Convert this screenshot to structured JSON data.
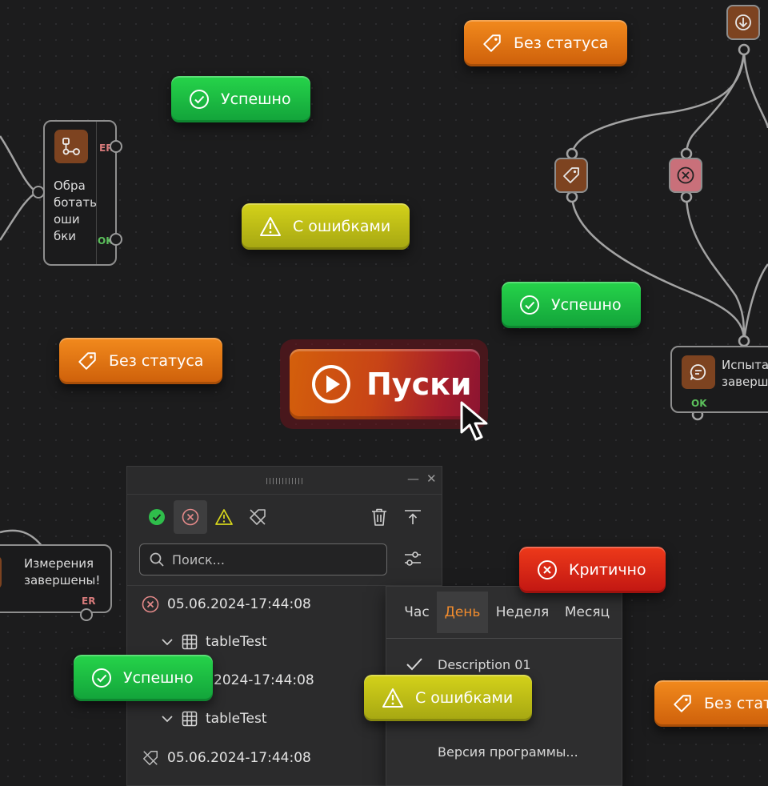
{
  "badges": {
    "success": "Успешно",
    "no_status": "Без статуса",
    "with_errors": "С ошибками",
    "critical": "Критично"
  },
  "run_button": {
    "label": "Пуски"
  },
  "nodes": {
    "handle_errors": {
      "lines": [
        "Обра",
        "ботать",
        "оши",
        "бки"
      ],
      "er": "ER",
      "ok": "OK"
    },
    "measurements": {
      "lines": [
        "Измерения",
        "завершены!"
      ],
      "er": "ER"
    },
    "test_done": {
      "lines": [
        "Испытан",
        "завершен"
      ],
      "ok": "OK"
    }
  },
  "panel": {
    "search_placeholder": "Поиск...",
    "rows": [
      {
        "icon": "error-circle-icon",
        "text": "05.06.2024-17:44:08"
      },
      {
        "icon": "table-icon",
        "text": "tableTest"
      },
      {
        "icon": "success-circle-icon",
        "text": "2024-17:44:08"
      },
      {
        "icon": "table-icon",
        "text": "tableTest"
      },
      {
        "icon": "no-status-tag-icon",
        "text": "05.06.2024-17:44:08"
      }
    ]
  },
  "dropdown": {
    "tabs": [
      "Час",
      "День",
      "Неделя",
      "Месяц"
    ],
    "active_tab": "День",
    "items": [
      "Description 01",
      "Версия программы..."
    ]
  },
  "colors": {
    "success": "#1fbf44",
    "no_status": "#e77a16",
    "with_errors": "#c2c117",
    "critical": "#dc2716",
    "accent_tab": "#f08b2d"
  }
}
